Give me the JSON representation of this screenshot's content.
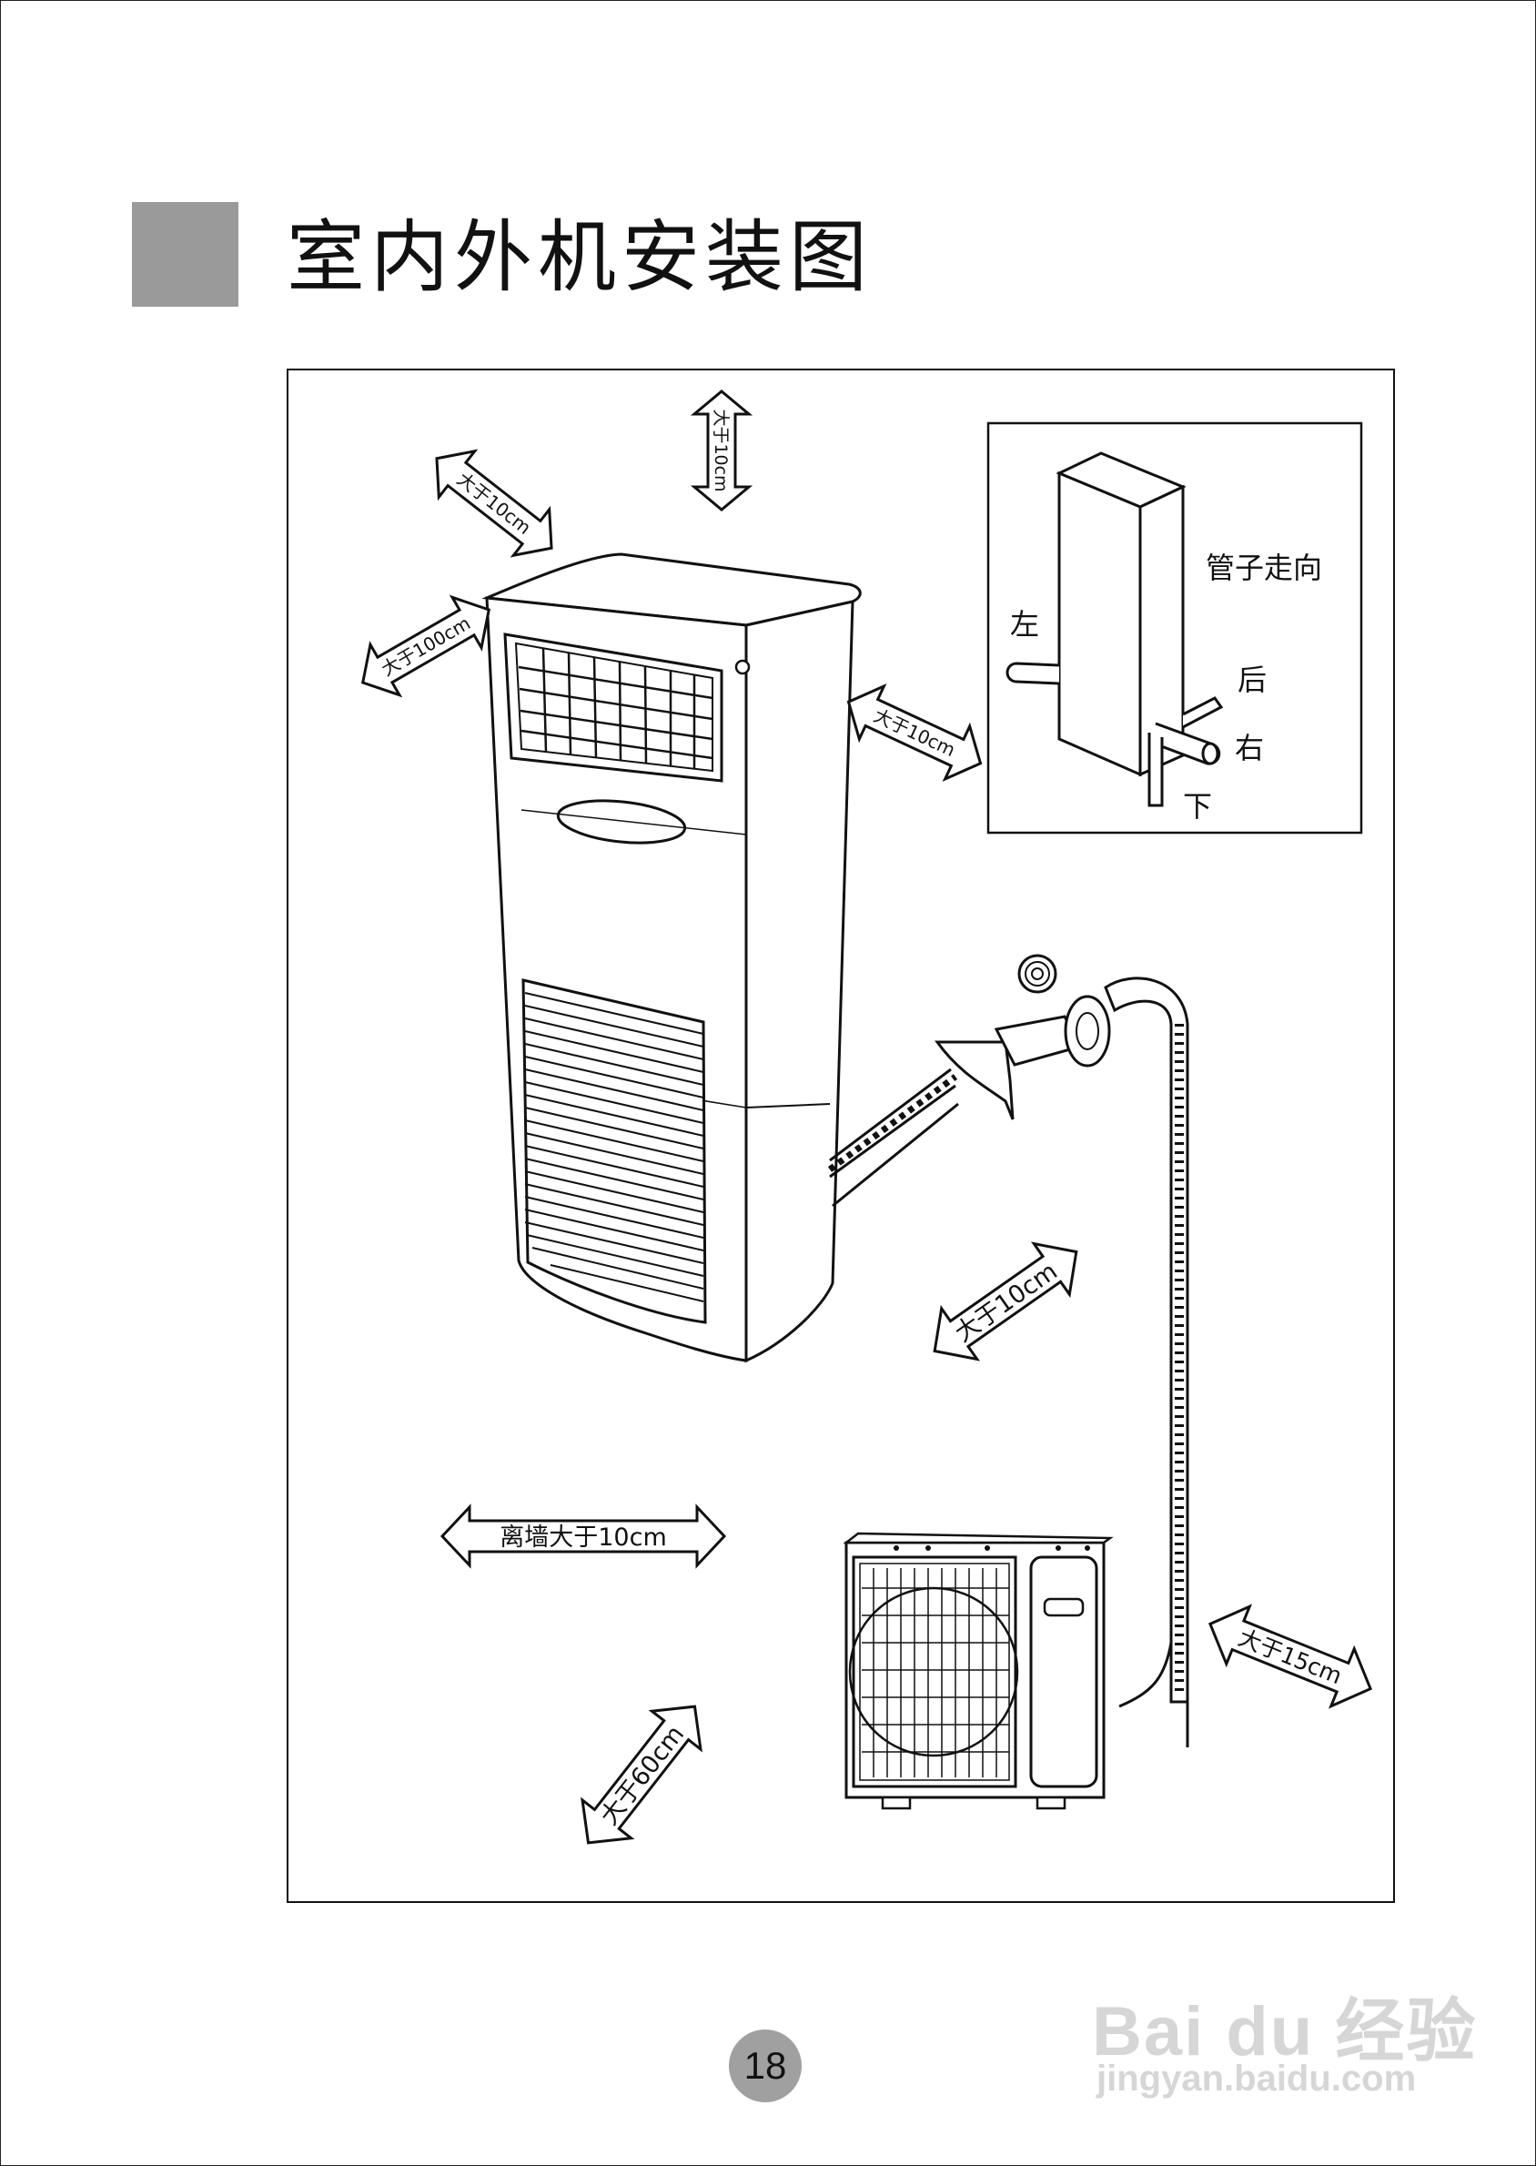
{
  "header": {
    "title": "室内外机安装图"
  },
  "figure": {
    "clearances": {
      "top": "大于10cm",
      "back_left": "大于10cm",
      "left": "大于100cm",
      "right": "大于10cm",
      "pipe_side": "大于10cm",
      "wall": "离墙大于10cm",
      "front_outdoor": "大于60cm",
      "right_outdoor": "大于15cm"
    },
    "inset": {
      "title": "管子走向",
      "left": "左",
      "back": "后",
      "right": "右",
      "down": "下"
    }
  },
  "footer": {
    "page_number": "18"
  },
  "watermark": {
    "logo": "Bai du 经验",
    "url": "jingyan.baidu.com"
  }
}
